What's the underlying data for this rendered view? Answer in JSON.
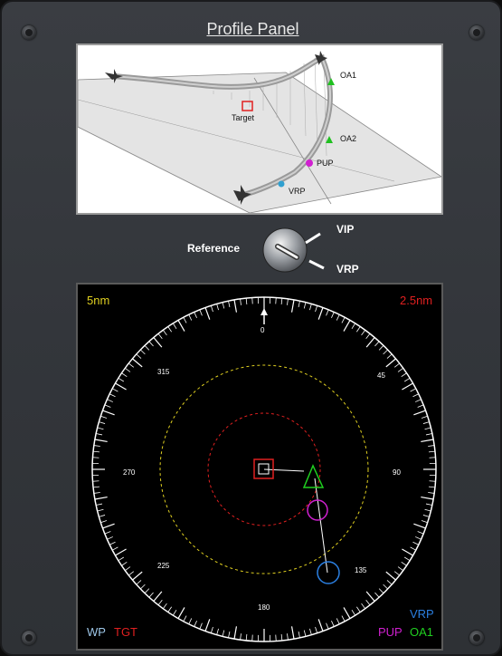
{
  "panel": {
    "title": "Profile Panel"
  },
  "profile_view": {
    "labels": {
      "target": "Target",
      "oa1": "OA1",
      "oa2": "OA2",
      "pup": "PUP",
      "vrp": "VRP"
    }
  },
  "reference": {
    "label": "Reference",
    "options": [
      "VIP",
      "VRP"
    ],
    "selected": "VRP"
  },
  "radar": {
    "range_outer": "5nm",
    "range_inner": "2.5nm",
    "headings": {
      "h0": "0",
      "h45": "45",
      "h90": "90",
      "h135": "135",
      "h180": "180",
      "h225": "225",
      "h270": "270",
      "h315": "315"
    },
    "legend": {
      "wp": "WP",
      "tgt": "TGT",
      "vrp": "VRP",
      "pup": "PUP",
      "oa1": "OA1"
    },
    "colors": {
      "wp": "#9ec7e8",
      "tgt": "#e02020",
      "vrp": "#2b7fe0",
      "pup": "#d020d0",
      "oa1": "#20d020",
      "ring_outer": "#e0d020",
      "ring_inner": "#e02020"
    }
  }
}
